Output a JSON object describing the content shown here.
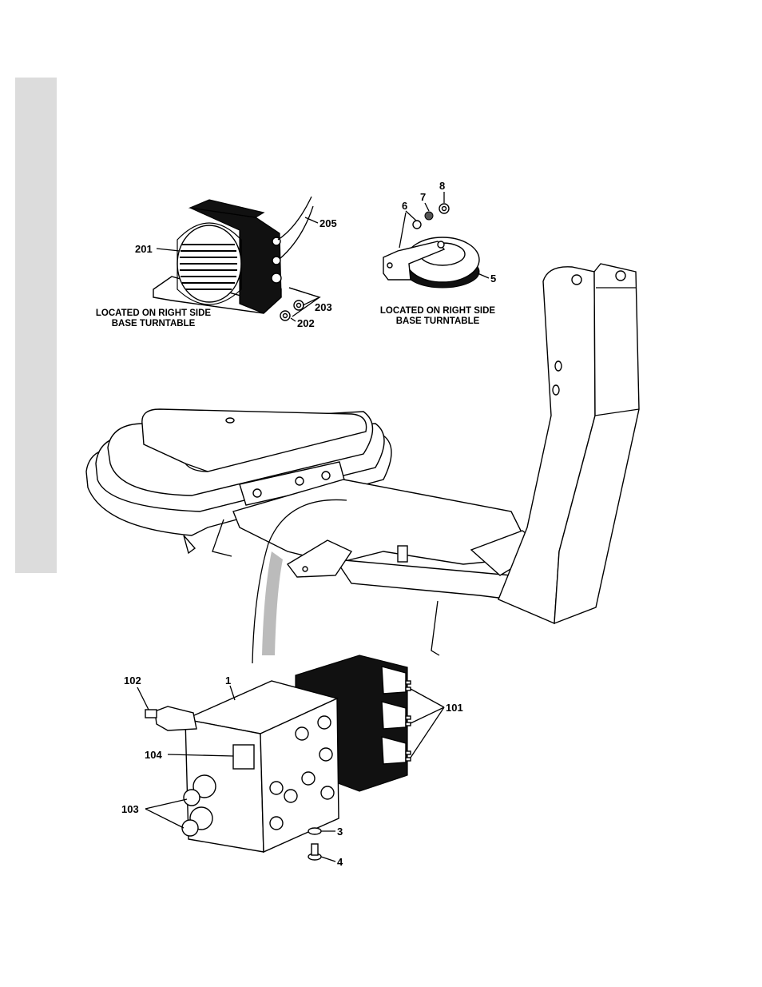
{
  "callouts": {
    "c201": "201",
    "c205": "205",
    "c203": "203",
    "c202": "202",
    "c6": "6",
    "c7": "7",
    "c8": "8",
    "c5": "5",
    "c102": "102",
    "c1": "1",
    "c101": "101",
    "c104": "104",
    "c103": "103",
    "c3": "3",
    "c4": "4"
  },
  "captions": {
    "alarm_line1": "LOCATED ON RIGHT SIDE",
    "alarm_line2": "BASE TURNTABLE",
    "horn_line1": "LOCATED ON RIGHT SIDE",
    "horn_line2": "BASE TURNTABLE"
  }
}
